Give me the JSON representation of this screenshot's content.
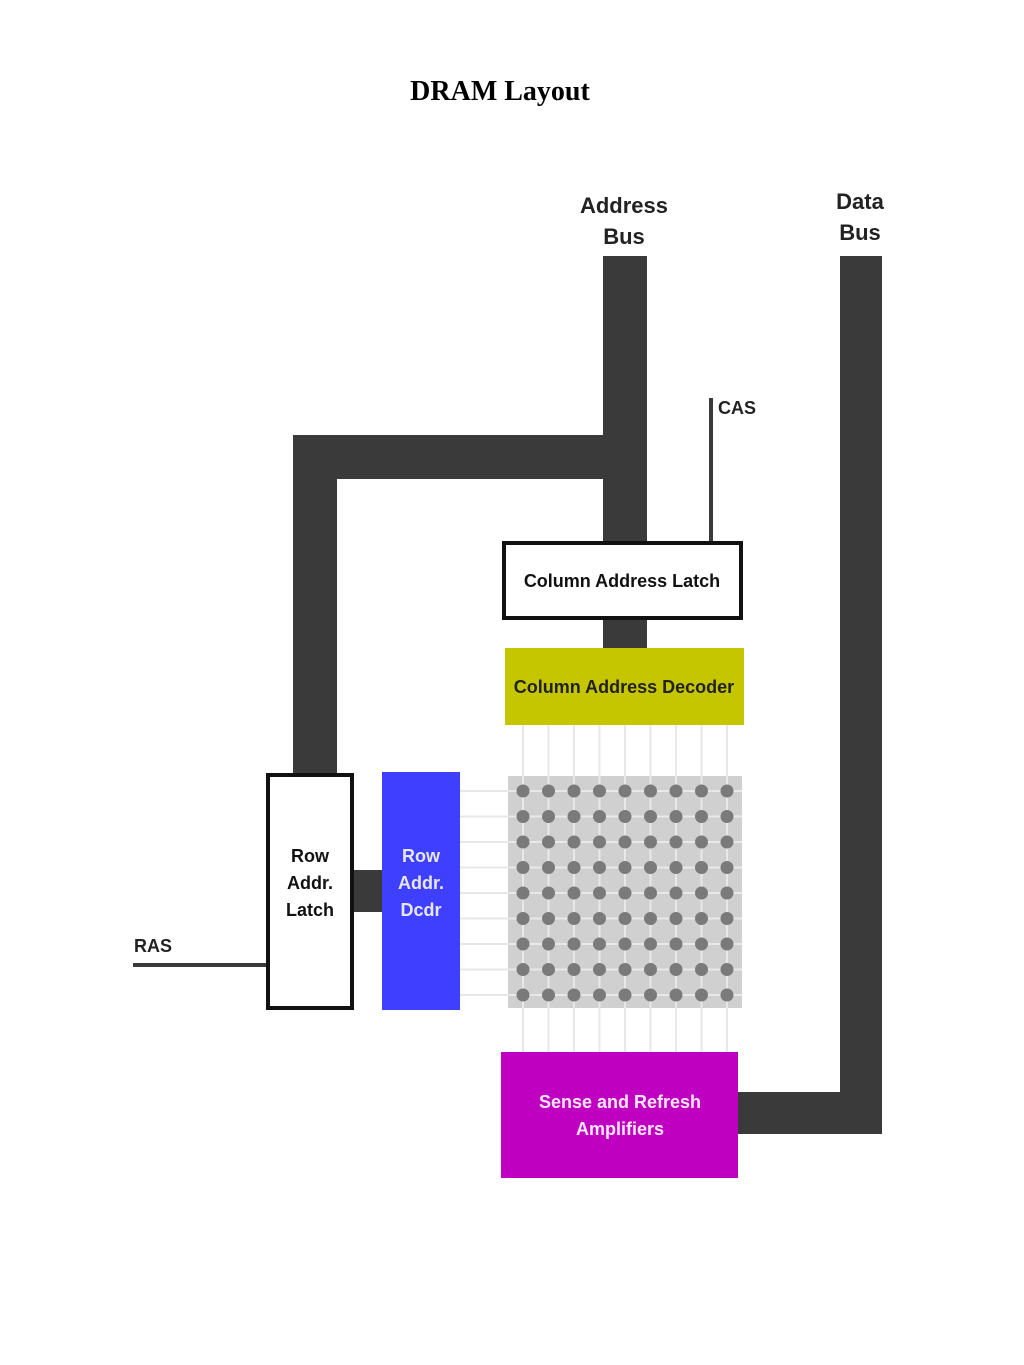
{
  "title": "DRAM Layout",
  "labels": {
    "address_bus": [
      "Address",
      "Bus"
    ],
    "data_bus": [
      "Data",
      "Bus"
    ],
    "cas": "CAS",
    "ras": "RAS",
    "column_address_latch": "Column Address Latch",
    "column_address_decoder": "Column Address Decoder",
    "row_addr_latch": [
      "Row",
      "Addr.",
      "Latch"
    ],
    "row_addr_dcdr": [
      "Row",
      "Addr.",
      "Dcdr"
    ],
    "sense_amplifiers": [
      "Sense and Refresh",
      "Amplifiers"
    ]
  },
  "memory_array": {
    "rows": 9,
    "columns": 9
  },
  "colors": {
    "bus": "#3a3a3a",
    "column_decoder": "#c6c600",
    "row_decoder": "#3f3fff",
    "sense_amplifiers": "#c000c0",
    "array_background": "#d0d0d0",
    "cell": "#7a7a7a",
    "grid_line": "#e8e8e8"
  }
}
